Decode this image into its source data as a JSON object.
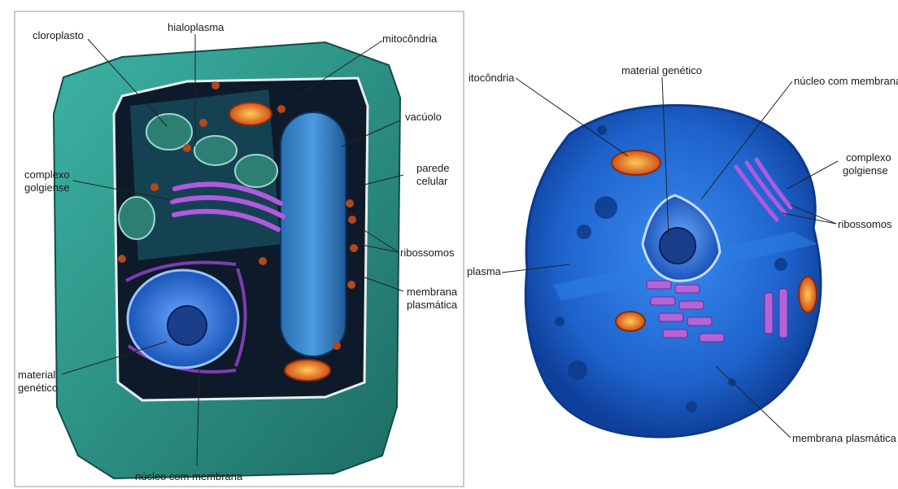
{
  "colors": {
    "plant_wall": "#2a9a8c",
    "plant_wall_dark": "#1b5f58",
    "cytoplasm_dark": "#0e1a2a",
    "animal_cell": "#1f6fd6",
    "nucleus": "#2f6fd0",
    "golgi": "#a040c8",
    "mitochondria": "#e06a20",
    "ribosome": "#b3471d"
  },
  "plant_labels": {
    "cloroplasto": "cloroplasto",
    "hialoplasma": "hialoplasma",
    "mitocondria": "mitocôndria",
    "vacuolo": "vacúolo",
    "complexo_line1": "complexo",
    "complexo_line2": "golgiense",
    "parede_line1": "parede",
    "parede_line2": "celular",
    "ribossomos": "ribossomos",
    "membrana_line1": "membrana",
    "membrana_line2": "plasmática",
    "material_line1": "material",
    "material_line2": "genético",
    "nucleo": "núcleo com membrana"
  },
  "animal_labels": {
    "itocondria": "itocôndria",
    "material_genetico": "material genético",
    "nucleo": "núcleo com membrana",
    "complexo_line1": "complexo",
    "complexo_line2": "golgiense",
    "ribossomos": "ribossomos",
    "plasma": "plasma",
    "membrana": "membrana plasmática"
  }
}
